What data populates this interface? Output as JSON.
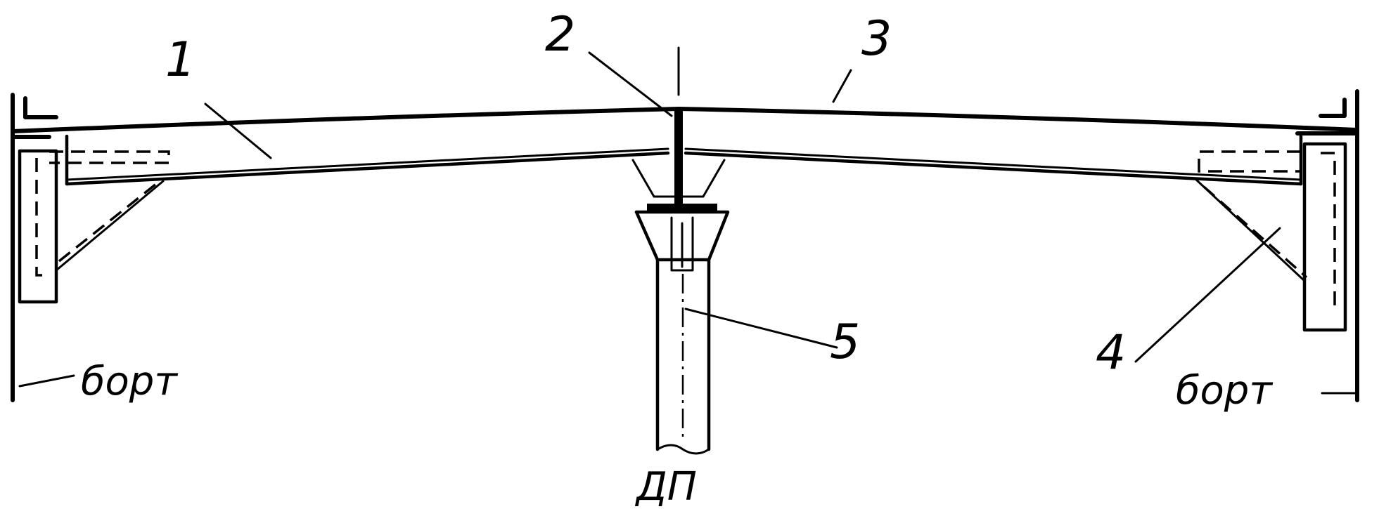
{
  "labels": {
    "part_1": "1",
    "part_2": "2",
    "part_3": "3",
    "part_4": "4",
    "part_5": "5"
  },
  "words": {
    "side_left": "борт",
    "side_right": "борт",
    "centerline": "ДП"
  }
}
